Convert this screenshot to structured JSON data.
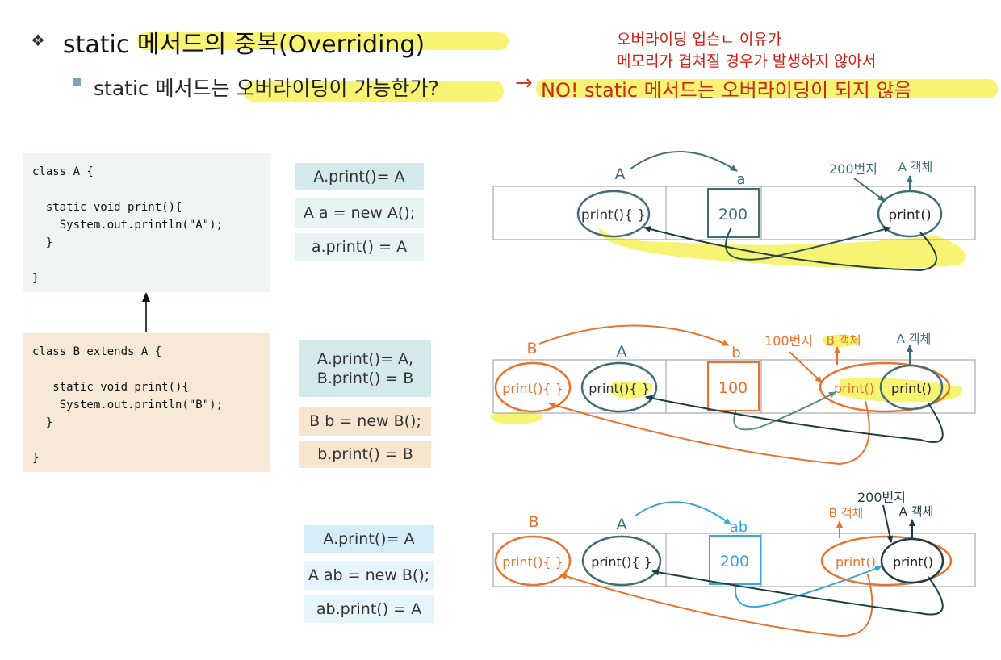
{
  "heading": {
    "bullet": "❖",
    "title": "static 메서드의 중복(Overriding)",
    "subtitle": "static 메서드는 오버라이딩이 가능한가?",
    "arrow": "→",
    "answer": "NO! static 메서드는 오버라이딩이 되지 않음"
  },
  "note": {
    "line1": "오버라이딩 업슨ㄴ 이유가",
    "line2": "메모리가 겹쳐질 경우가 발생하지 않아서"
  },
  "code": {
    "class_a": "class A {\n\n  static void print(){\n    System.out.println(\"A\");\n  }\n\n}",
    "class_b": "class B extends A {\n\n   static void print(){\n    System.out.println(\"B\");\n  }\n\n}"
  },
  "examples": {
    "row1": [
      "A.print()= A",
      "A a = new A();",
      "a.print() =  A"
    ],
    "row2_line1": "A.print()= A,",
    "row2_line2": "B.print() = B",
    "row2": [
      "B b = new B();",
      "b.print() =  B"
    ],
    "row3": [
      "A.print()= A",
      "A ab = new B();",
      "ab.print() =  A"
    ]
  },
  "diagram1": {
    "label_class": "A",
    "label_var": "a",
    "method": "print(){ }",
    "address": "200",
    "addr_label": "200번지",
    "obj_label": "A 객체",
    "obj_method": "print()"
  },
  "diagram2": {
    "label_class_b": "B",
    "label_class_a": "A",
    "label_var": "b",
    "method_b": "print(){ }",
    "method_a": "print(){ }",
    "address": "100",
    "addr_label": "100번지",
    "obj_b_label": "B 객체",
    "obj_a_label": "A 객체",
    "obj_b_method": "print()",
    "obj_a_method": "print()"
  },
  "diagram3": {
    "label_class_b": "B",
    "label_class_a": "A",
    "label_var": "ab",
    "method_b": "print(){ }",
    "method_a": "print(){ }",
    "address": "200",
    "addr_label": "200번지",
    "obj_b_label": "B 객체",
    "obj_a_label": "A 객체",
    "obj_b_method": "print()",
    "obj_a_method": "print()"
  },
  "colors": {
    "teal": "#3d6e7a",
    "orange": "#e8722e",
    "blue": "#3aa5dc",
    "highlight": "#f7f25a",
    "red": "#c8281e"
  }
}
